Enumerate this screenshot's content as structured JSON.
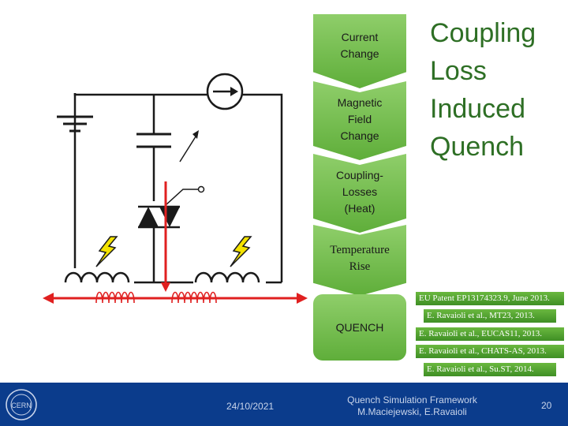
{
  "flow": {
    "step1": "Current\nChange",
    "step2": "Magnetic\nField\nChange",
    "step3": "Coupling-\nLosses\n(Heat)",
    "step4": "Temperature\nRise",
    "final": "QUENCH"
  },
  "title": {
    "line1_initial": "C",
    "line1_rest": "oupling",
    "line2_initial": "L",
    "line2_rest": "oss",
    "line3_initial": "I",
    "line3_rest": "nduced",
    "line4_initial": "Q",
    "line4_rest": "uench"
  },
  "references": [
    "EU Patent EP13174323.9, June 2013.",
    "E. Ravaioli et al., MT23, 2013.",
    "E. Ravaioli et al., EUCAS11, 2013.",
    "E. Ravaioli et al., CHATS-AS, 2013.",
    "E. Ravaioli et al., Su.ST, 2014."
  ],
  "footer": {
    "date": "24/10/2021",
    "title_line1": "Quench Simulation Framework",
    "title_line2": "M.Maciejewski, E.Ravaioli",
    "page": "20",
    "logo_text": "CERN"
  },
  "colors": {
    "flow_green": "#6ab83f",
    "title_green": "#2e6f25",
    "arrow_red": "#e02020",
    "lightning_yellow": "#f4e300",
    "footer_blue": "#0b3c8c"
  }
}
